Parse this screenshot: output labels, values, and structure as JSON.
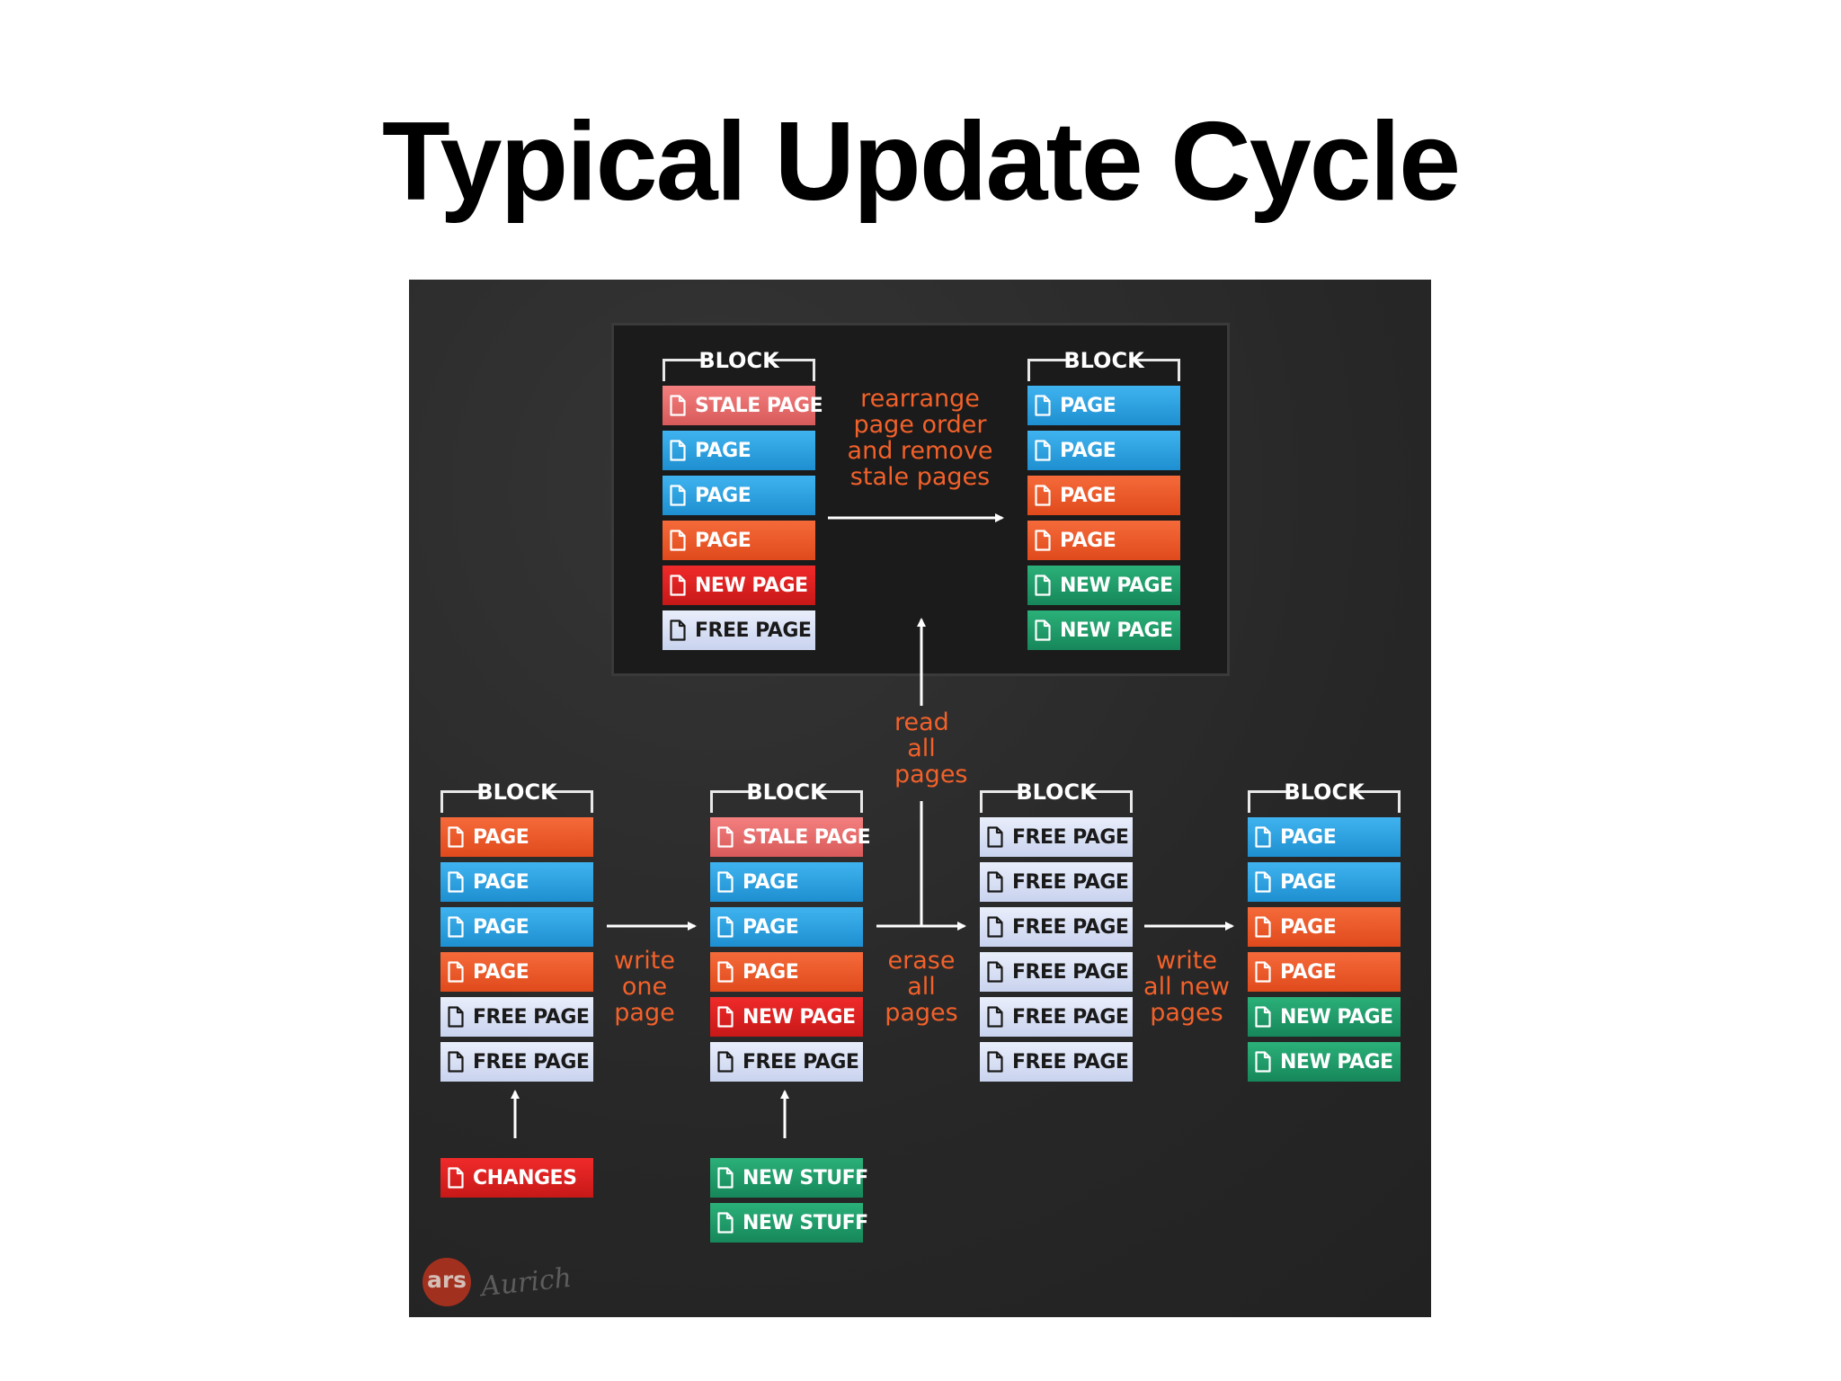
{
  "slide": {
    "title": "Typical Update Cycle"
  },
  "colors": {
    "panel_bg": "#2b2b2b",
    "page_blue": "#2a9fe0",
    "page_orange": "#ea5628",
    "page_red": "#dc2020",
    "page_stale": "#e46a6a",
    "page_free": "#dbe2f5",
    "page_green": "#1f9c68",
    "caption_orange": "#f2612a"
  },
  "diagram": {
    "top_left_block": {
      "header": "BLOCK",
      "pages": [
        {
          "label": "STALE PAGE",
          "kind": "stale"
        },
        {
          "label": "PAGE",
          "kind": "blue"
        },
        {
          "label": "PAGE",
          "kind": "blue"
        },
        {
          "label": "PAGE",
          "kind": "orange"
        },
        {
          "label": "NEW PAGE",
          "kind": "red"
        },
        {
          "label": "FREE PAGE",
          "kind": "free"
        }
      ]
    },
    "top_right_block": {
      "header": "BLOCK",
      "pages": [
        {
          "label": "PAGE",
          "kind": "blue"
        },
        {
          "label": "PAGE",
          "kind": "blue"
        },
        {
          "label": "PAGE",
          "kind": "orange"
        },
        {
          "label": "PAGE",
          "kind": "orange"
        },
        {
          "label": "NEW PAGE",
          "kind": "green"
        },
        {
          "label": "NEW PAGE",
          "kind": "green"
        }
      ]
    },
    "bottom_blocks": [
      {
        "header": "BLOCK",
        "pages": [
          {
            "label": "PAGE",
            "kind": "orange"
          },
          {
            "label": "PAGE",
            "kind": "blue"
          },
          {
            "label": "PAGE",
            "kind": "blue"
          },
          {
            "label": "PAGE",
            "kind": "orange"
          },
          {
            "label": "FREE PAGE",
            "kind": "free"
          },
          {
            "label": "FREE PAGE",
            "kind": "free"
          }
        ]
      },
      {
        "header": "BLOCK",
        "pages": [
          {
            "label": "STALE PAGE",
            "kind": "stale"
          },
          {
            "label": "PAGE",
            "kind": "blue"
          },
          {
            "label": "PAGE",
            "kind": "blue"
          },
          {
            "label": "PAGE",
            "kind": "orange"
          },
          {
            "label": "NEW PAGE",
            "kind": "red"
          },
          {
            "label": "FREE PAGE",
            "kind": "free"
          }
        ]
      },
      {
        "header": "BLOCK",
        "pages": [
          {
            "label": "FREE PAGE",
            "kind": "free"
          },
          {
            "label": "FREE PAGE",
            "kind": "free"
          },
          {
            "label": "FREE PAGE",
            "kind": "free"
          },
          {
            "label": "FREE PAGE",
            "kind": "free"
          },
          {
            "label": "FREE PAGE",
            "kind": "free"
          },
          {
            "label": "FREE PAGE",
            "kind": "free"
          }
        ]
      },
      {
        "header": "BLOCK",
        "pages": [
          {
            "label": "PAGE",
            "kind": "blue"
          },
          {
            "label": "PAGE",
            "kind": "blue"
          },
          {
            "label": "PAGE",
            "kind": "orange"
          },
          {
            "label": "PAGE",
            "kind": "orange"
          },
          {
            "label": "NEW PAGE",
            "kind": "green"
          },
          {
            "label": "NEW PAGE",
            "kind": "green"
          }
        ]
      }
    ],
    "inputs": {
      "changes": [
        {
          "label": "CHANGES",
          "kind": "red"
        }
      ],
      "new_stuff": [
        {
          "label": "NEW STUFF",
          "kind": "green"
        },
        {
          "label": "NEW STUFF",
          "kind": "green"
        }
      ]
    },
    "captions": {
      "rearrange": [
        "rearrange",
        "page order",
        "and remove",
        "stale pages"
      ],
      "read": [
        "read",
        "all",
        "pages"
      ],
      "write_one": [
        "write",
        "one",
        "page"
      ],
      "erase": [
        "erase",
        "all",
        "pages"
      ],
      "write_new": [
        "write",
        "all new",
        "pages"
      ]
    },
    "logo": {
      "text": "ars",
      "signature": "Aurich"
    }
  }
}
